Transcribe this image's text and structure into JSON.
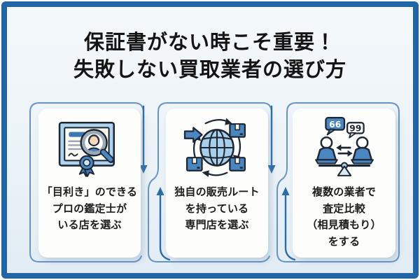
{
  "title": {
    "line1": "保証書がない時こそ重要！",
    "line2": "失敗しない買取業者の選び方"
  },
  "cards": [
    {
      "icon": "certificate-magnifier-icon",
      "lines": [
        "「目利き」のできる",
        "プロの鑑定士が",
        "いる店を選ぶ"
      ]
    },
    {
      "icon": "globe-distribution-icon",
      "lines": [
        "独自の販売ルート",
        "を持っている",
        "専門店を選ぶ"
      ]
    },
    {
      "icon": "balance-comparison-icon",
      "lines": [
        "複数の業者で",
        "査定比較",
        "（相見積もり）",
        "をする"
      ],
      "quote_bubbles": {
        "left": "66",
        "right": "99"
      }
    }
  ],
  "colors": {
    "frame_blue": "#2265a5",
    "background": "#eef4f9",
    "card_background": "#fdfdfc",
    "card_outline_blue": "#6695c5",
    "flow_arrow_blue": "#2e6ca8",
    "icon_primary_blue": "#4a86c0",
    "icon_light_blue": "#a8d0ea",
    "icon_ink": "#1d2633",
    "title_text": "#141414"
  }
}
